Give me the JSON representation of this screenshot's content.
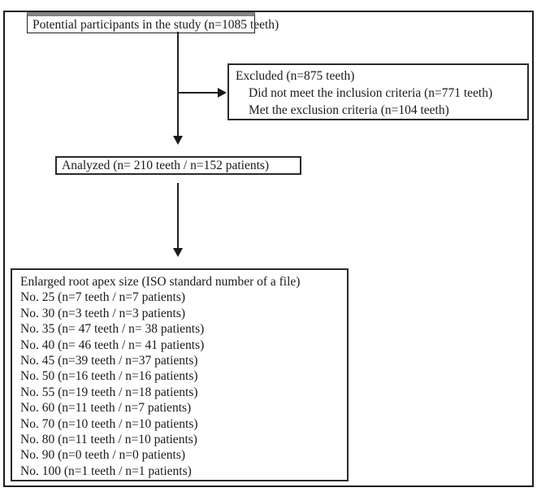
{
  "colors": {
    "background": "#ffffff",
    "line_and_text": "#1a1a1a",
    "box_border": "#2a2a2a",
    "top_box_top_edge": "#828282"
  },
  "flow": {
    "top_box": {
      "label": "Potential participants in the study (n=1085 teeth)"
    },
    "excluded_box": {
      "title": "Excluded (n=875 teeth)",
      "items": [
        "Did not meet the inclusion criteria (n=771 teeth)",
        "Met the exclusion criteria (n=104 teeth)"
      ]
    },
    "analyzed_box": {
      "label": "Analyzed (n= 210 teeth / n=152 patients)"
    },
    "sizes_box": {
      "title": "Enlarged root apex size (ISO standard number of a file)",
      "entries": [
        "No. 25 (n=7 teeth / n=7 patients)",
        "No. 30 (n=3 teeth / n=3 patients)",
        "No. 35 (n= 47 teeth / n= 38 patients)",
        "No. 40 (n= 46 teeth / n= 41 patients)",
        "No. 45 (n=39 teeth / n=37 patients)",
        "No. 50 (n=16 teeth / n=16 patients)",
        "No. 55 (n=19 teeth / n=18 patients)",
        "No. 60 (n=11 teeth / n=7 patients)",
        "No. 70 (n=10 teeth / n=10 patients)",
        "No. 80 (n=11 teeth / n=10 patients)",
        "No. 90 (n=0 teeth / n=0 patients)",
        "No. 100 (n=1 teeth / n=1 patients)"
      ]
    }
  }
}
